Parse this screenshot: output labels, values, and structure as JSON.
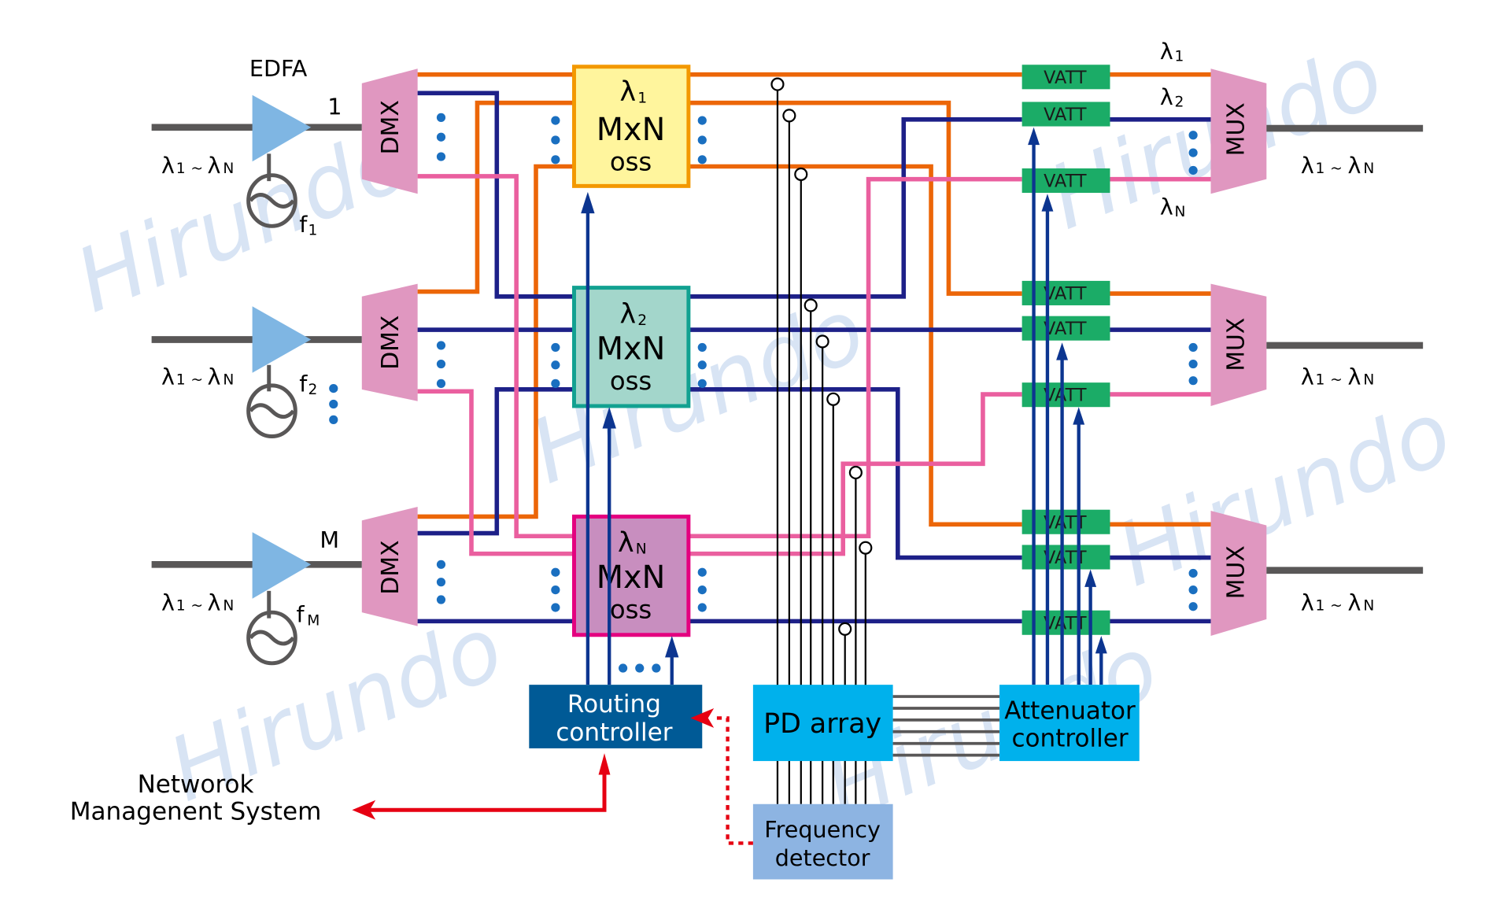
{
  "diagram": {
    "watermark": "Hirundo",
    "inputs": [
      {
        "port_label": "1",
        "wavelengths": "λ1 ~ λN",
        "lambda": "λ",
        "sub1": "1",
        "sep": "~",
        "subN": "N",
        "pump_label": "f",
        "pump_sub": "1"
      },
      {
        "port_label": "",
        "wavelengths": "λ1 ~ λN",
        "lambda": "λ",
        "sub1": "1",
        "sep": "~",
        "subN": "N",
        "pump_label": "f",
        "pump_sub": "2"
      },
      {
        "port_label": "M",
        "wavelengths": "λ1 ~ λN",
        "lambda": "λ",
        "sub1": "1",
        "sep": "~",
        "subN": "N",
        "pump_label": "f",
        "pump_sub": "M"
      }
    ],
    "amplifier_label": "EDFA",
    "demux_label": "DMX",
    "mux_label": "MUX",
    "switches": [
      {
        "lambda": "λ",
        "sub": "1",
        "line2": "MxN",
        "line3": "oss",
        "fill": "#fff59d",
        "border": "#f39800"
      },
      {
        "lambda": "λ",
        "sub": "2",
        "line2": "MxN",
        "line3": "oss",
        "fill": "#a3d6cb",
        "border": "#12a191"
      },
      {
        "lambda": "λ",
        "sub": "N",
        "line2": "MxN",
        "line3": "oss",
        "fill": "#c88ebf",
        "border": "#e4007f"
      }
    ],
    "attenuator_label": "VATT",
    "outputs": [
      {
        "wavelengths_sub1": "1",
        "wavelengths_subN": "N",
        "lambda": "λ",
        "sep": "~"
      },
      {
        "wavelengths_sub1": "1",
        "wavelengths_subN": "N",
        "lambda": "λ",
        "sep": "~"
      },
      {
        "wavelengths_sub1": "1",
        "wavelengths_subN": "N",
        "lambda": "λ",
        "sep": "~"
      }
    ],
    "mux_channel_labels": [
      {
        "lambda": "λ",
        "sub": "1"
      },
      {
        "lambda": "λ",
        "sub": "2"
      },
      {
        "lambda": "λ",
        "sub": "N"
      }
    ],
    "routing_controller": {
      "line1": "Routing",
      "line2": "controller",
      "color": "#005a96"
    },
    "pd_array": {
      "label": "PD array",
      "color": "#00b1ec"
    },
    "attenuator_controller": {
      "line1": "Attenuator",
      "line2": "controller",
      "color": "#00b1ec"
    },
    "frequency_detector": {
      "line1": "Frequency",
      "line2": "detector",
      "color": "#8db4e2"
    },
    "nms": {
      "line1": "Networok",
      "line2": "Managenent System"
    },
    "colors": {
      "lambda1_path": "#ec6608",
      "lambda2_path": "#1d2088",
      "lambdaN_path": "#ea5f9f",
      "vatt": "#1bac67",
      "dmx_mux": "#e097c0",
      "edfa": "#7fb6e3",
      "control_arrow": "#0c3590",
      "nms_arrow": "#e60012"
    }
  }
}
